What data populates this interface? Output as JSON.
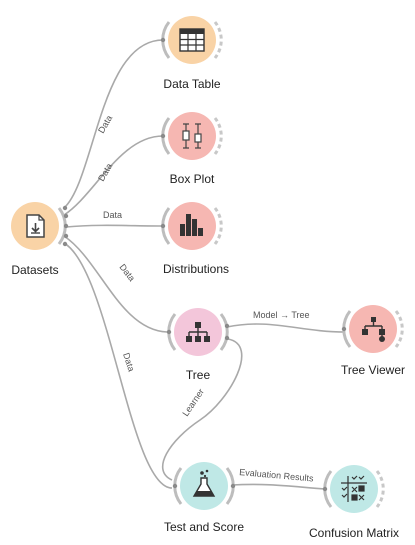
{
  "nodes": {
    "datasets": {
      "label": "Datasets",
      "color": "#f9d3a6",
      "icon": "datasets-icon"
    },
    "data_table": {
      "label": "Data Table",
      "color": "#f9d3a6",
      "icon": "table-icon"
    },
    "box_plot": {
      "label": "Box Plot",
      "color": "#f6b7b2",
      "icon": "box-plot-icon"
    },
    "distributions": {
      "label": "Distributions",
      "color": "#f6b7b2",
      "icon": "bar-chart-icon"
    },
    "tree": {
      "label": "Tree",
      "color": "#f3c6da",
      "icon": "tree-icon"
    },
    "tree_viewer": {
      "label": "Tree Viewer",
      "color": "#f6b7b2",
      "icon": "tree-viewer-icon"
    },
    "test_score": {
      "label": "Test and Score",
      "color": "#bfe8e6",
      "icon": "flask-icon"
    },
    "confusion_matrix": {
      "label": "Confusion Matrix",
      "color": "#bfe8e6",
      "icon": "matrix-icon"
    }
  },
  "links": {
    "to_data_table": "Data",
    "to_box_plot": "Data",
    "to_distributions": "Data",
    "to_tree": "Data",
    "to_test_score": "Data",
    "tree_to_viewer": "Model → Tree",
    "tree_to_test": "Learner",
    "test_to_matrix": "Evaluation Results"
  }
}
